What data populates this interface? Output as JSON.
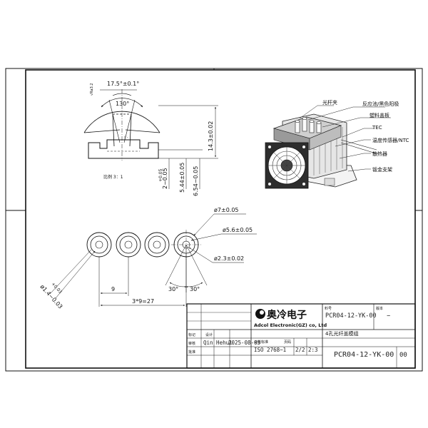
{
  "side_view": {
    "angle_top": "17.5°±0.1°",
    "angle_cone": "130°",
    "note_small": "√Ra3.2",
    "dim_right_height": "14.3±0.02",
    "dim_a": "2−0.05",
    "dim_a_tol": "+0.05",
    "dim_b": "5.44±0.05",
    "dim_c": "6.54−0.05",
    "scale_label": "比例 3：1"
  },
  "holes": {
    "dia_outer": "ø7±0.05",
    "dia_mid": "ø5.6±0.05",
    "dia_inner": "ø2.3±0.02",
    "dia_left": "ø1.4−0.03",
    "dia_left_tol": "+0.03",
    "angle_left": "30°",
    "angle_right": "30°",
    "pitch": "9",
    "total": "3*9=27"
  },
  "callouts": {
    "fiber": "光杆夹",
    "cell": "反应池/黑色阳极",
    "cover": "塑料盖板",
    "tec": "TEC",
    "sensor": "温度传感器/NTC",
    "heatsink": "散热器",
    "bracket": "钣金支架"
  },
  "title_block": {
    "company_cn": "奥冷电子",
    "company_en": "Adcol Electronic(GZ) co, Ltd",
    "part_label": "料号",
    "part_no": "PCR04-12-YK-00",
    "rev_label": "版本",
    "rev": "−",
    "desc": "4孔光纤盖模组",
    "designer_label": "设计",
    "designer": "Qin Hehui",
    "date": "2025-08-05",
    "std_label": "公差标准",
    "std": "ISO 2768−1",
    "sheet_label": "页码",
    "sheet": "2/2",
    "scale": "2:3",
    "drawing_no": "PCR04-12-YK-00",
    "drawing_rev": "00",
    "row_labels": [
      "标记",
      "审核",
      "批准"
    ]
  }
}
